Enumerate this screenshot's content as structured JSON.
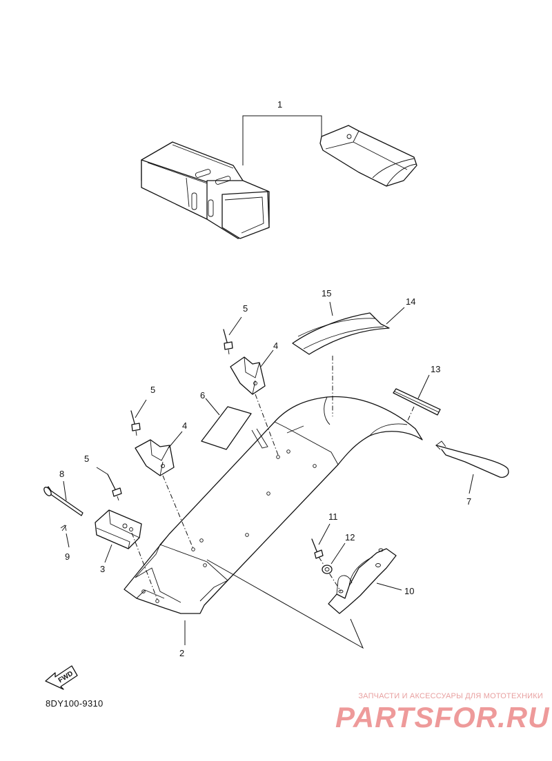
{
  "callouts": [
    "1",
    "2",
    "3",
    "4",
    "4",
    "5",
    "5",
    "5",
    "6",
    "7",
    "8",
    "9",
    "10",
    "11",
    "12",
    "13",
    "14",
    "15"
  ],
  "arrow_label": "FWD",
  "diagram_code": "8DY100-9310",
  "watermark": {
    "tagline": "ЗАПЧАСТИ И АКСЕССУАРЫ ДЛЯ МОТОТЕХНИКИ",
    "logo": "PARTSFOR.RU",
    "color": "#ee9a9a"
  },
  "colors": {
    "ink": "#111111",
    "paper": "#ffffff"
  }
}
